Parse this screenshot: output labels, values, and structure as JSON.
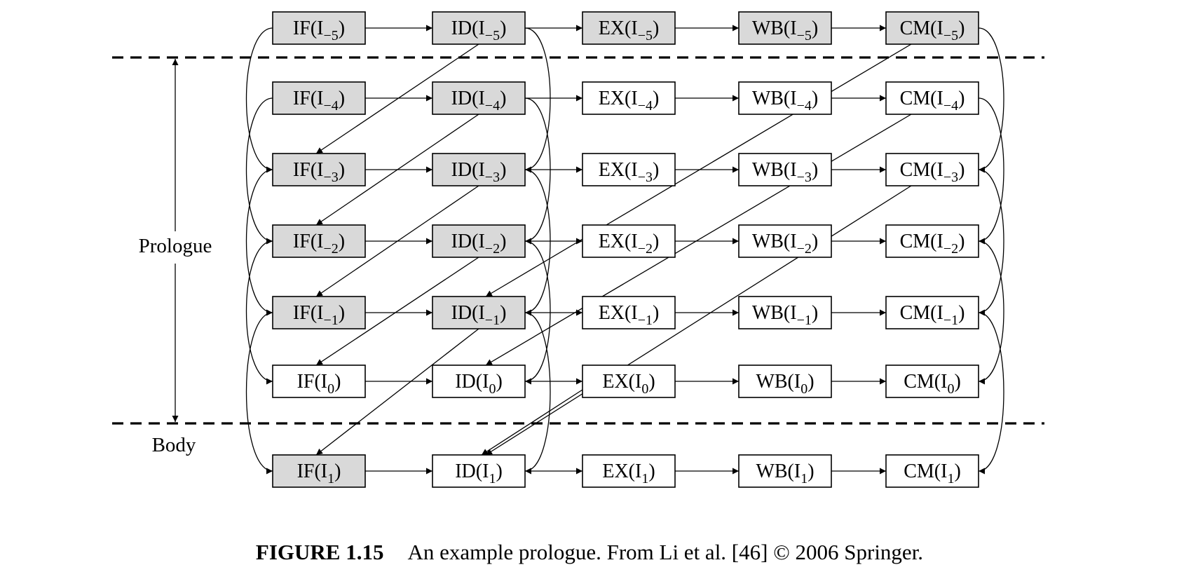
{
  "colors": {
    "shaded": "#d9d9d9",
    "plain": "#ffffff",
    "line": "#000000"
  },
  "stages": [
    "IF",
    "ID",
    "EX",
    "WB",
    "CM"
  ],
  "rows": [
    {
      "sub": "−5",
      "shaded": [
        true,
        true,
        true,
        true,
        true
      ]
    },
    {
      "sub": "−4",
      "shaded": [
        true,
        true,
        false,
        false,
        false
      ]
    },
    {
      "sub": "−3",
      "shaded": [
        true,
        true,
        false,
        false,
        false
      ]
    },
    {
      "sub": "−2",
      "shaded": [
        true,
        true,
        false,
        false,
        false
      ]
    },
    {
      "sub": "−1",
      "shaded": [
        true,
        true,
        false,
        false,
        false
      ]
    },
    {
      "sub": "0",
      "shaded": [
        false,
        false,
        false,
        false,
        false
      ]
    },
    {
      "sub": "1",
      "shaded": [
        true,
        false,
        false,
        false,
        false
      ]
    }
  ],
  "labels": {
    "prologue": "Prologue",
    "body": "Body"
  },
  "caption": {
    "number": "FIGURE 1.15",
    "text": "An example prologue. From Li et al. [46] © 2006 Springer."
  }
}
